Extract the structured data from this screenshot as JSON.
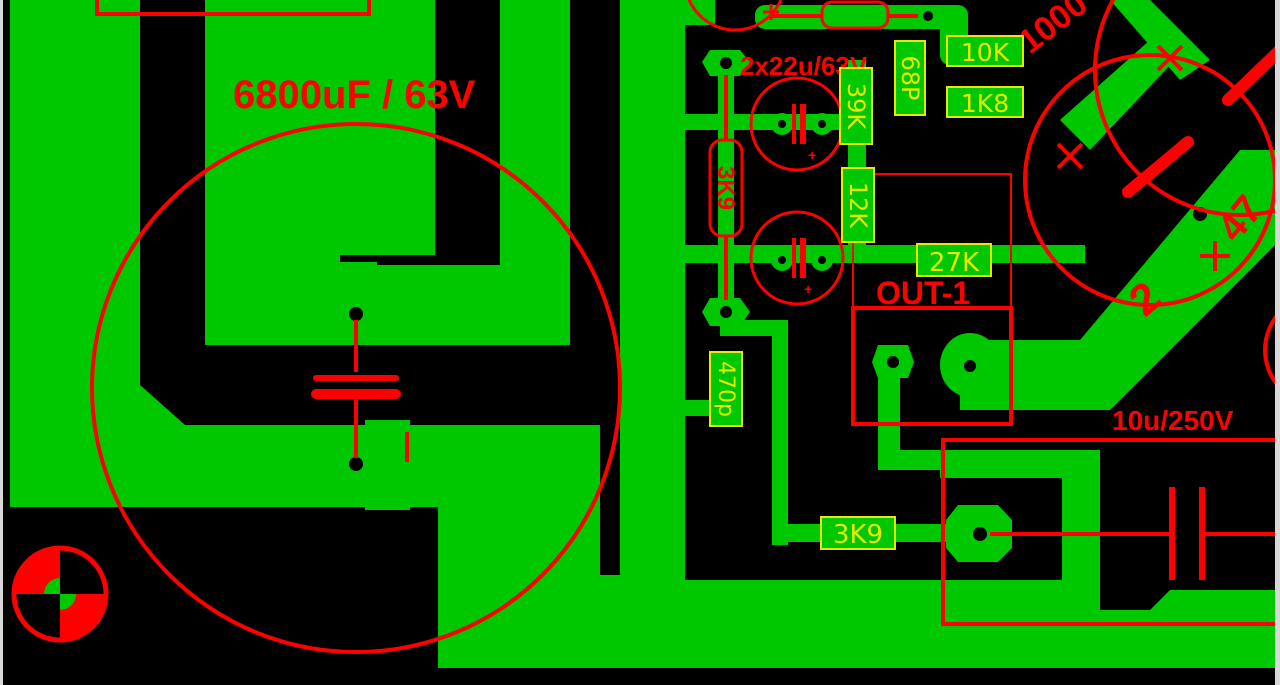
{
  "colors": {
    "background": "#000000",
    "copper": "#00c800",
    "silkscreen": "#ff0000",
    "value_box": "#e8e800"
  },
  "labels": {
    "big_cap": "6800uF / 63V",
    "small_caps": "2x22u/63V",
    "cap_10u": "10u/250V",
    "out_label": "OUT-1",
    "cap_partial": "1000",
    "cap_47_partial": "47",
    "num_2": "2"
  },
  "values": {
    "r_10k": "10K",
    "r_1k8": "1K8",
    "c_68p": "68P",
    "r_39k": "39K",
    "r_12k": "12K",
    "r_27k": "27K",
    "c_470p": "470p",
    "r_3k9_bottom": "3K9",
    "r_3k9_vertical": "3K9"
  },
  "symbols": {
    "fiducial": "target-icon",
    "polarity_plus": "+",
    "polarity_cross": "x"
  }
}
